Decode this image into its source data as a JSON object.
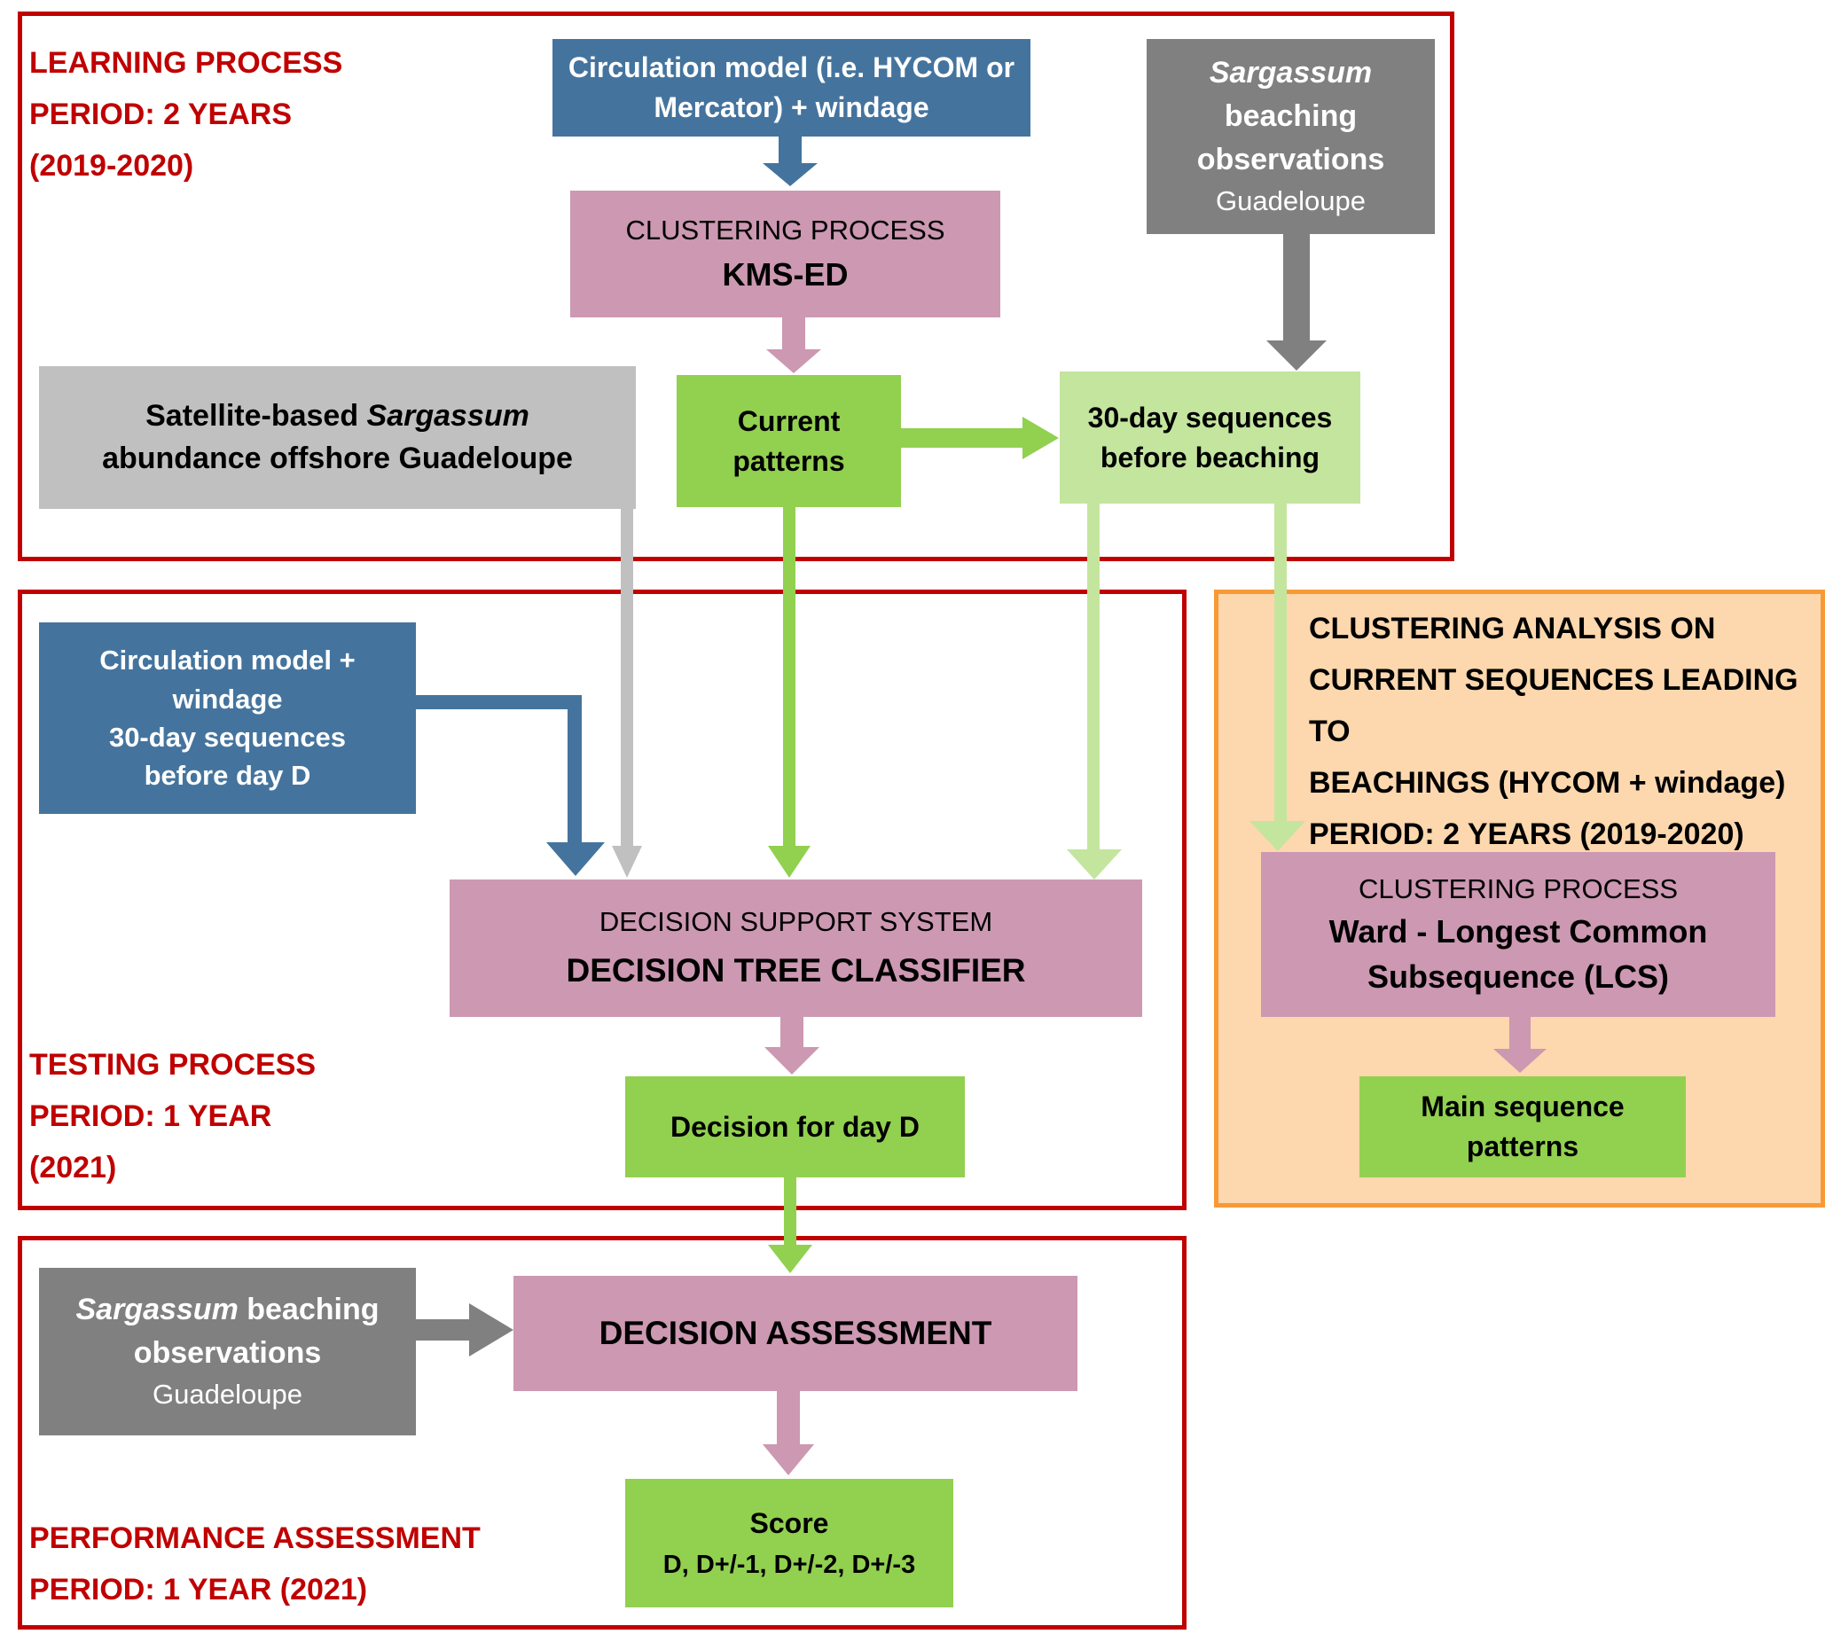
{
  "colors": {
    "frame_red": "#c00000",
    "frame_orange": "#f79a36",
    "orange_fill": "#fdd7ad",
    "blue": "#44749e",
    "pink": "#cc98b2",
    "green": "#92d050",
    "light_green": "#c4e59e",
    "dark_gray": "#808080",
    "light_gray": "#c0c0c0"
  },
  "sections": {
    "learning": {
      "lines": [
        "LEARNING PROCESS",
        "PERIOD: 2 YEARS",
        "(2019-2020)"
      ]
    },
    "testing": {
      "lines": [
        "TESTING PROCESS",
        "PERIOD: 1 YEAR",
        "(2021)"
      ]
    },
    "performance": {
      "lines": [
        "PERFORMANCE ASSESSMENT",
        "PERIOD: 1 YEAR (2021)"
      ]
    },
    "clustering_analysis": {
      "lines": [
        "CLUSTERING ANALYSIS ON",
        "CURRENT SEQUENCES LEADING TO",
        "BEACHINGS (HYCOM + windage)",
        "PERIOD: 2 YEARS (2019-2020)"
      ]
    }
  },
  "nodes": {
    "circulation_model_top": {
      "line1": "Circulation model (i.e. HYCOM or",
      "line2": "Mercator) + windage"
    },
    "clustering_kms": {
      "subtitle": "CLUSTERING PROCESS",
      "title": "KMS-ED"
    },
    "beaching_obs_top": {
      "italic": "Sargassum",
      "line2": "beaching",
      "line3": "observations",
      "location": "Guadeloupe"
    },
    "satellite": {
      "prefix": "Satellite-based ",
      "italic": "Sargassum",
      "line2": "abundance offshore Guadeloupe"
    },
    "current_patterns": {
      "line1": "Current",
      "line2": "patterns"
    },
    "sequences_30day": {
      "line1": "30-day sequences",
      "line2": "before beaching"
    },
    "circulation_model_test": {
      "line1": "Circulation model +",
      "line2": "windage",
      "line3": "30-day sequences",
      "line4": "before day D"
    },
    "dss": {
      "subtitle": "DECISION SUPPORT SYSTEM",
      "title": "DECISION TREE CLASSIFIER"
    },
    "decision_day": {
      "label": "Decision for day D"
    },
    "clustering_ward": {
      "subtitle": "CLUSTERING PROCESS",
      "title_line1": "Ward - Longest Common",
      "title_line2": "Subsequence (LCS)"
    },
    "main_sequence": {
      "line1": "Main sequence",
      "line2": "patterns"
    },
    "beaching_obs_bottom": {
      "italic": "Sargassum",
      "suffix": " beaching",
      "line2": "observations",
      "location": "Guadeloupe"
    },
    "decision_assessment": {
      "title": "DECISION ASSESSMENT"
    },
    "score": {
      "title": "Score",
      "values": "D, D+/-1, D+/-2, D+/-3"
    }
  }
}
